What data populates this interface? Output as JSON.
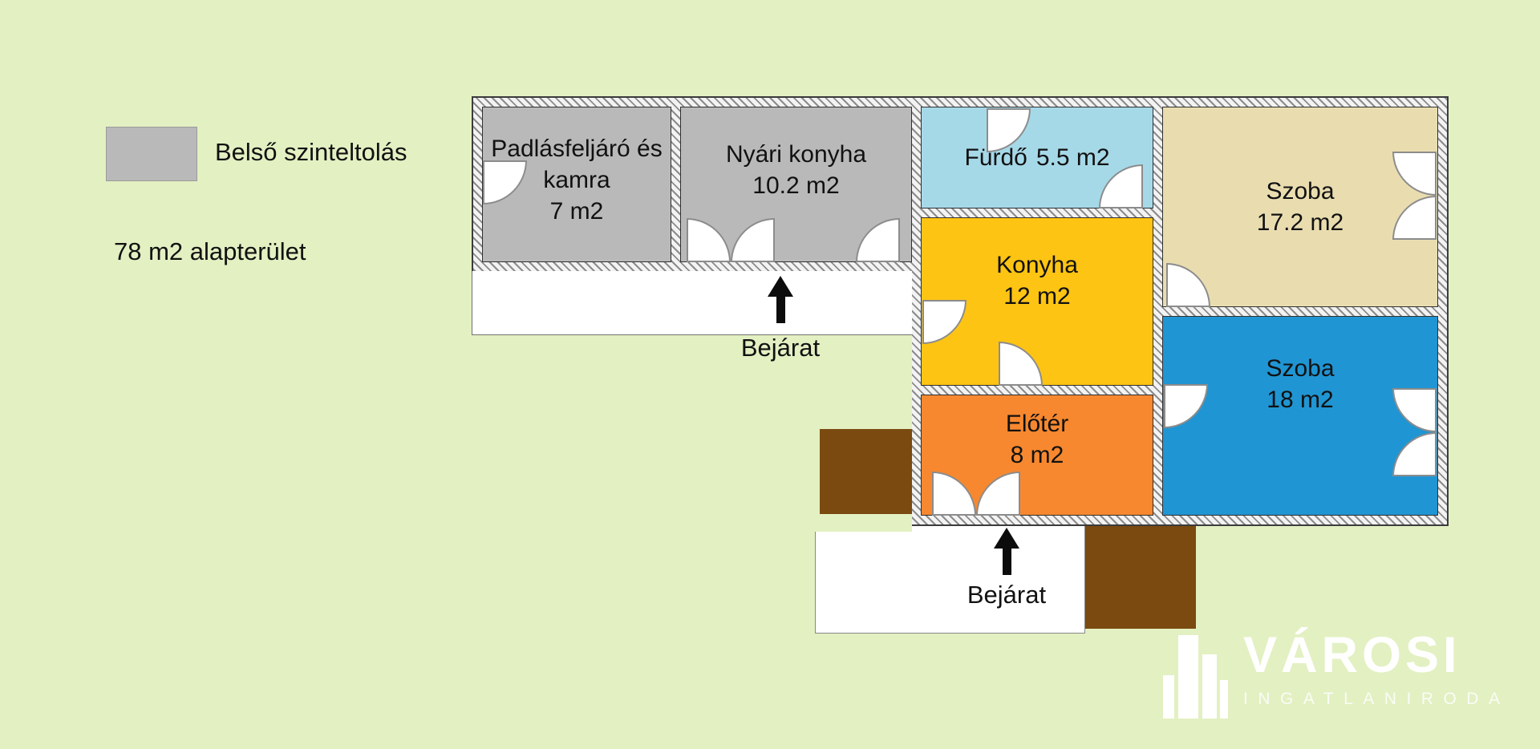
{
  "canvas": {
    "bg": "#e3f0c2"
  },
  "legend": {
    "swatch_color": "#b9b9b9",
    "label": "Belső szinteltolás",
    "total_area": "78 m2 alapterület"
  },
  "rooms": [
    {
      "id": "padlasfeljaro-kamra",
      "name": "Padlásfeljáró és kamra",
      "area": "7 m2",
      "color": "#b9b9b9"
    },
    {
      "id": "nyari-konyha",
      "name": "Nyári konyha",
      "area": "10.2 m2",
      "color": "#b9b9b9"
    },
    {
      "id": "furdo",
      "name": "Fürdő",
      "area": "5.5 m2",
      "color": "#a6d9e8"
    },
    {
      "id": "szoba-17",
      "name": "Szoba",
      "area": "17.2 m2",
      "color": "#e9ddb0"
    },
    {
      "id": "konyha",
      "name": "Konyha",
      "area": "12 m2",
      "color": "#fdc413"
    },
    {
      "id": "szoba-18",
      "name": "Szoba",
      "area": "18 m2",
      "color": "#2095d3"
    },
    {
      "id": "eloter",
      "name": "Előtér",
      "area": "8 m2",
      "color": "#f7882f"
    }
  ],
  "entrances": [
    {
      "label": "Bejárat"
    },
    {
      "label": "Bejárat"
    }
  ],
  "palette": {
    "terrace_brown": "#7a4a10",
    "porch_white": "#ffffff",
    "wall_dark": "#3b3b3b"
  },
  "logo": {
    "brand": "VÁROSI",
    "subtitle": "INGATLANIRODA",
    "color": "#ffffff"
  }
}
